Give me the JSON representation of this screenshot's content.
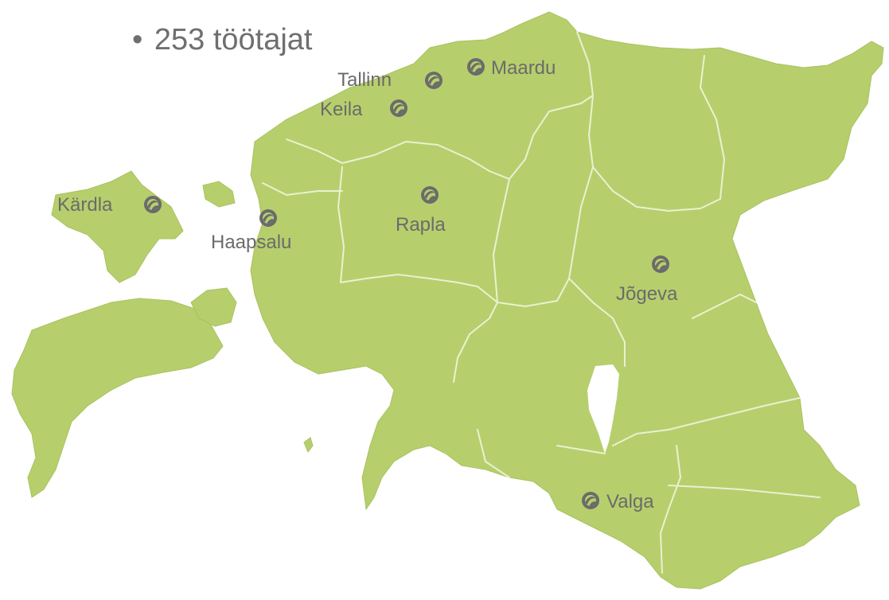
{
  "headline": {
    "bullet": "•",
    "text": "253 töötajat"
  },
  "colors": {
    "land": "#b6cf6c",
    "border": "#e9f1d2",
    "marker": "#6b6b6b",
    "text": "#6b6b6b"
  },
  "marker_icon": "office-location-icon",
  "locations": [
    {
      "name": "Tallinn"
    },
    {
      "name": "Maardu"
    },
    {
      "name": "Keila"
    },
    {
      "name": "Kärdla"
    },
    {
      "name": "Haapsalu"
    },
    {
      "name": "Rapla"
    },
    {
      "name": "Jõgeva"
    },
    {
      "name": "Valga"
    }
  ]
}
